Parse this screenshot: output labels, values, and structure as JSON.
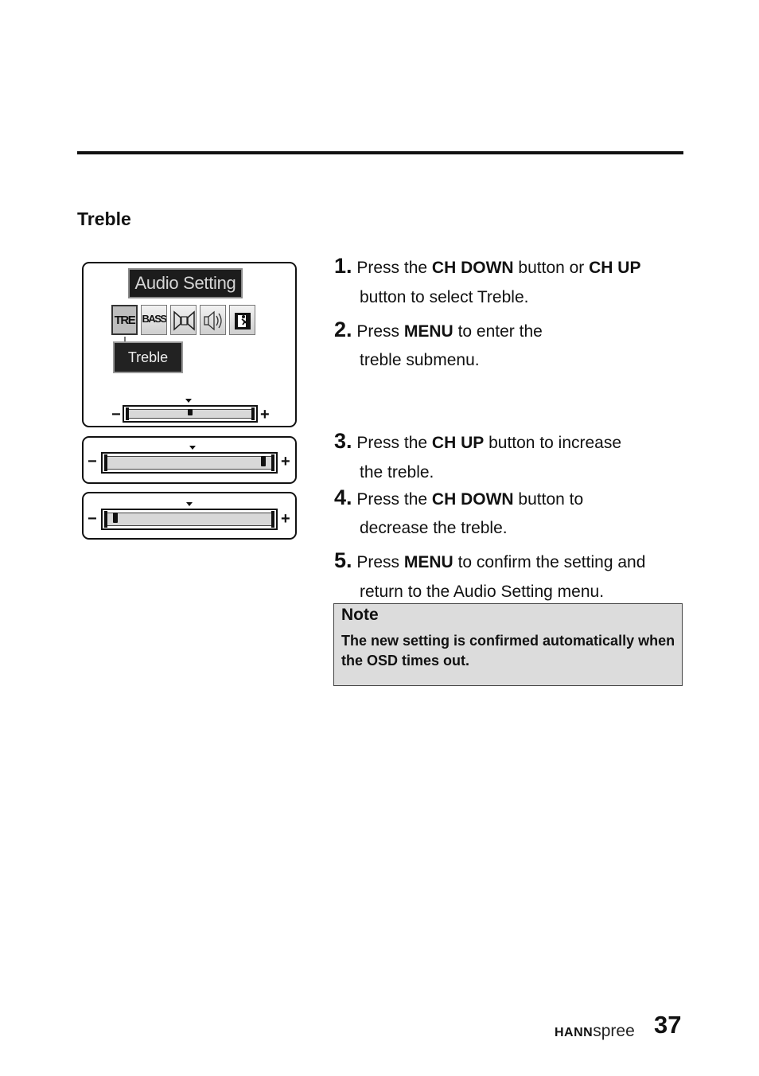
{
  "section_title": "Treble",
  "osd": {
    "menu_title": "Audio  Setting",
    "icons": [
      {
        "label": "TRE",
        "icon": "treble-icon",
        "selected": true
      },
      {
        "label": "BASS",
        "icon": "bass-icon",
        "selected": false
      },
      {
        "label": "",
        "icon": "balance-speaker-icon",
        "selected": false
      },
      {
        "label": "",
        "icon": "surround-speaker-icon",
        "selected": false
      },
      {
        "label": "",
        "icon": "exit-icon",
        "selected": false
      }
    ],
    "tooltip": "Treble",
    "minus": "−",
    "plus": "+",
    "sliders": [
      {
        "name": "default",
        "level": 0.5
      },
      {
        "name": "increased",
        "level": 0.97
      },
      {
        "name": "decreased",
        "level": 0.03
      }
    ]
  },
  "steps": [
    {
      "num": "1.",
      "t1": "Press the ",
      "b1": "CH DOWN",
      "t2": " button or ",
      "b2": "CH UP",
      "t3": "",
      "cont": "button to select Treble."
    },
    {
      "num": "2.",
      "t1": "Press ",
      "b1": "MENU",
      "t2": " to enter the",
      "b2": "",
      "t3": "",
      "cont": "treble submenu."
    },
    {
      "num": "3.",
      "t1": "Press the ",
      "b1": "CH UP",
      "t2": " button to increase",
      "b2": "",
      "t3": "",
      "cont": "the treble."
    },
    {
      "num": "4.",
      "t1": "Press the ",
      "b1": "CH DOWN",
      "t2": " button to",
      "b2": "",
      "t3": "",
      "cont": "decrease the treble."
    },
    {
      "num": "5.",
      "t1": "Press ",
      "b1": "MENU",
      "t2": " to confirm the setting and",
      "b2": "",
      "t3": "",
      "cont": "return to the Audio Setting menu."
    }
  ],
  "note": {
    "title": "Note",
    "text": "The new setting is confirmed automatically when the OSD times out."
  },
  "footer": {
    "brand_strong": "HANN",
    "brand_light": "spree",
    "page_number": "37"
  }
}
